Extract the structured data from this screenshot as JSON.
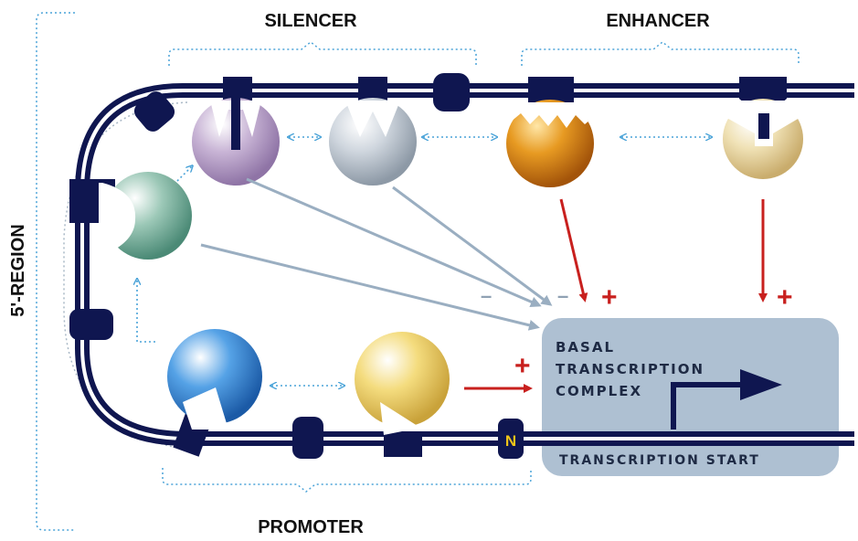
{
  "labels": {
    "silencer": "SILENCER",
    "enhancer": "ENHANCER",
    "promoter": "PROMOTER",
    "region": "5'-REGION",
    "basal_line1": "BASAL",
    "basal_line2": "TRANSCRIPTION",
    "basal_line3": "COMPLEX",
    "transcription_start": "TRANSCRIPTION START",
    "n_box": "N"
  },
  "signs": {
    "plus": "+",
    "minus": "–"
  },
  "colors": {
    "dna_strand": "#0f1650",
    "basal_box": "#aec0d2",
    "activation_arrow": "#c8201e",
    "repression_arrow": "#9aaec1",
    "bracket": "#4aa3d8",
    "silencer_protein_1": "#b9a3c8",
    "silencer_protein_2": "#c7cfd8",
    "enhancer_protein_1": "#d98a1c",
    "enhancer_protein_2": "#e8d6a2",
    "green_protein": "#7fb7a3",
    "blue_protein": "#3e8ed6",
    "yellow_protein": "#f1d46a"
  }
}
